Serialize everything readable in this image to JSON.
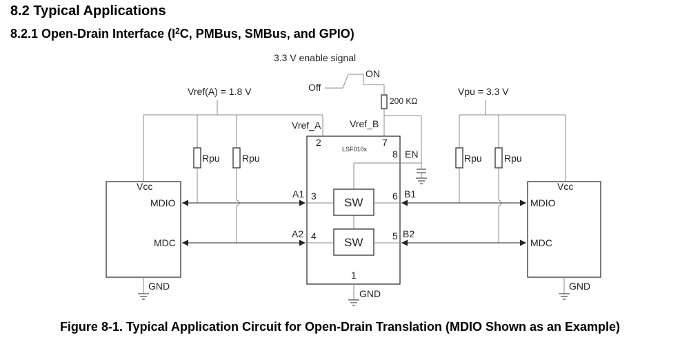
{
  "heading": {
    "section": "8.2 Typical Applications",
    "subsection_pre": "8.2.1 Open-Drain Interface (I",
    "subsection_sup": "2",
    "subsection_post": "C, PMBus, SMBus, and GPIO)"
  },
  "figure": {
    "caption": "Figure 8-1. Typical Application Circuit for Open-Drain Translation (MDIO Shown as an Example)"
  },
  "diagram": {
    "enable_signal": "3.3 V enable signal",
    "switch_on": "ON",
    "switch_off": "Off",
    "resistor_200k": "200 KΩ",
    "vref_a_supply": "Vref(A) = 1.8 V",
    "vpu_supply": "Vpu = 3.3 V",
    "chip": {
      "name": "LSF010x",
      "vref_a": "Vref_A",
      "vref_b": "Vref_B",
      "pin_vref_a": "2",
      "pin_vref_b": "7",
      "pin_en": "8",
      "en": "EN",
      "a1": "A1",
      "pin_a1": "3",
      "b1": "B1",
      "pin_b1": "6",
      "a2": "A2",
      "pin_a2": "4",
      "b2": "B2",
      "pin_b2": "5",
      "pin_gnd": "1",
      "gnd": "GND",
      "sw1": "SW",
      "sw2": "SW"
    },
    "left_device": {
      "vcc": "Vcc",
      "mdio": "MDIO",
      "mdc": "MDC",
      "gnd": "GND"
    },
    "right_device": {
      "vcc": "Vcc",
      "mdio": "MDIO",
      "mdc": "MDC",
      "gnd": "GND"
    },
    "rpu_labels": [
      "Rpu",
      "Rpu",
      "Rpu",
      "Rpu"
    ]
  }
}
